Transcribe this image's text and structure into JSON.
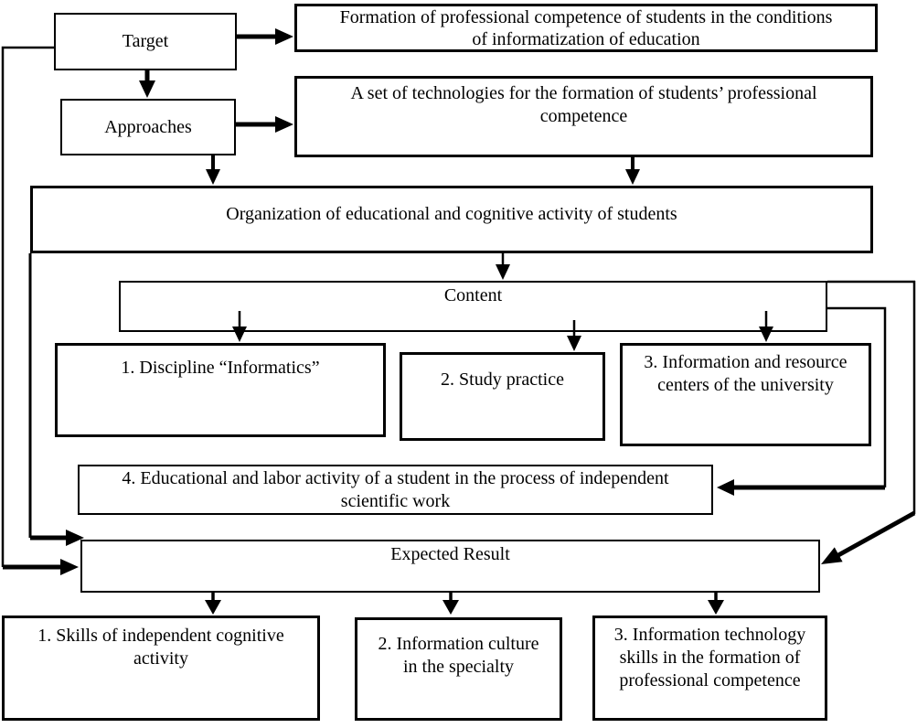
{
  "diagram": {
    "boxes": {
      "target": "Target",
      "formation": "Formation of professional competence of students in the conditions\nof informatization of education",
      "approaches": "Approaches",
      "technologies": "A set of technologies for the formation of students’ professional\ncompetence",
      "organization": "Organization of educational and cognitive activity of students",
      "content": "Content",
      "discipline": "1. Discipline “Informatics”",
      "study_practice": "2. Study practice",
      "info_centers": "3. Information and resource\ncenters of the university",
      "edu_labor": "4. Educational and labor activity of a student in the process of independent\nscientific work",
      "expected_result": "Expected Result",
      "skills": "1. Skills of independent cognitive\nactivity",
      "info_culture": "2. Information culture\nin the specialty",
      "it_skills": "3. Information technology\nskills in the formation of\nprofessional competence"
    },
    "colors": {
      "line": "#000000",
      "box_background": "#ffffff",
      "text": "#000000"
    }
  }
}
